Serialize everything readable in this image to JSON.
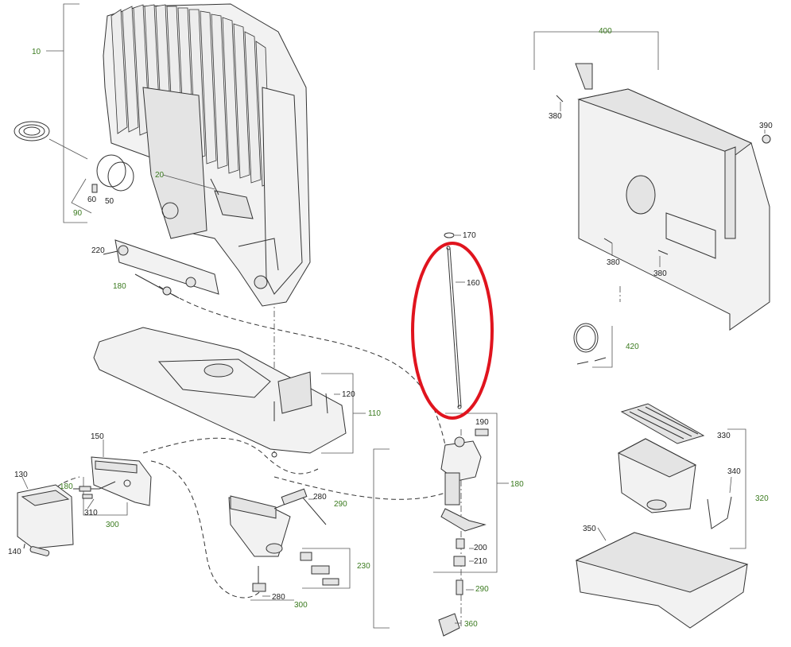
{
  "colors": {
    "label_black": "#222222",
    "label_green": "#3a7a1e",
    "highlight": "#e0141e",
    "line": "#333333"
  },
  "labels": {
    "p10": "10",
    "p20": "20",
    "p50": "50",
    "p60": "60",
    "p90": "90",
    "p110": "110",
    "p120": "120",
    "p130": "130",
    "p140": "140",
    "p150": "150",
    "p160": "160",
    "p170": "170",
    "p180a": "180",
    "p180b": "180",
    "p180c": "180",
    "p190": "190",
    "p200": "200",
    "p210": "210",
    "p220": "220",
    "p230": "230",
    "p280a": "280",
    "p280b": "280",
    "p290a": "290",
    "p290b": "290",
    "p300a": "300",
    "p300b": "300",
    "p310": "310",
    "p320": "320",
    "p330": "330",
    "p340": "340",
    "p350": "350",
    "p360": "360",
    "p380a": "380",
    "p380b": "380",
    "p380c": "380",
    "p390": "390",
    "p400": "400",
    "p420": "420"
  },
  "highlight": {
    "target": "160",
    "shape": "ellipse"
  }
}
